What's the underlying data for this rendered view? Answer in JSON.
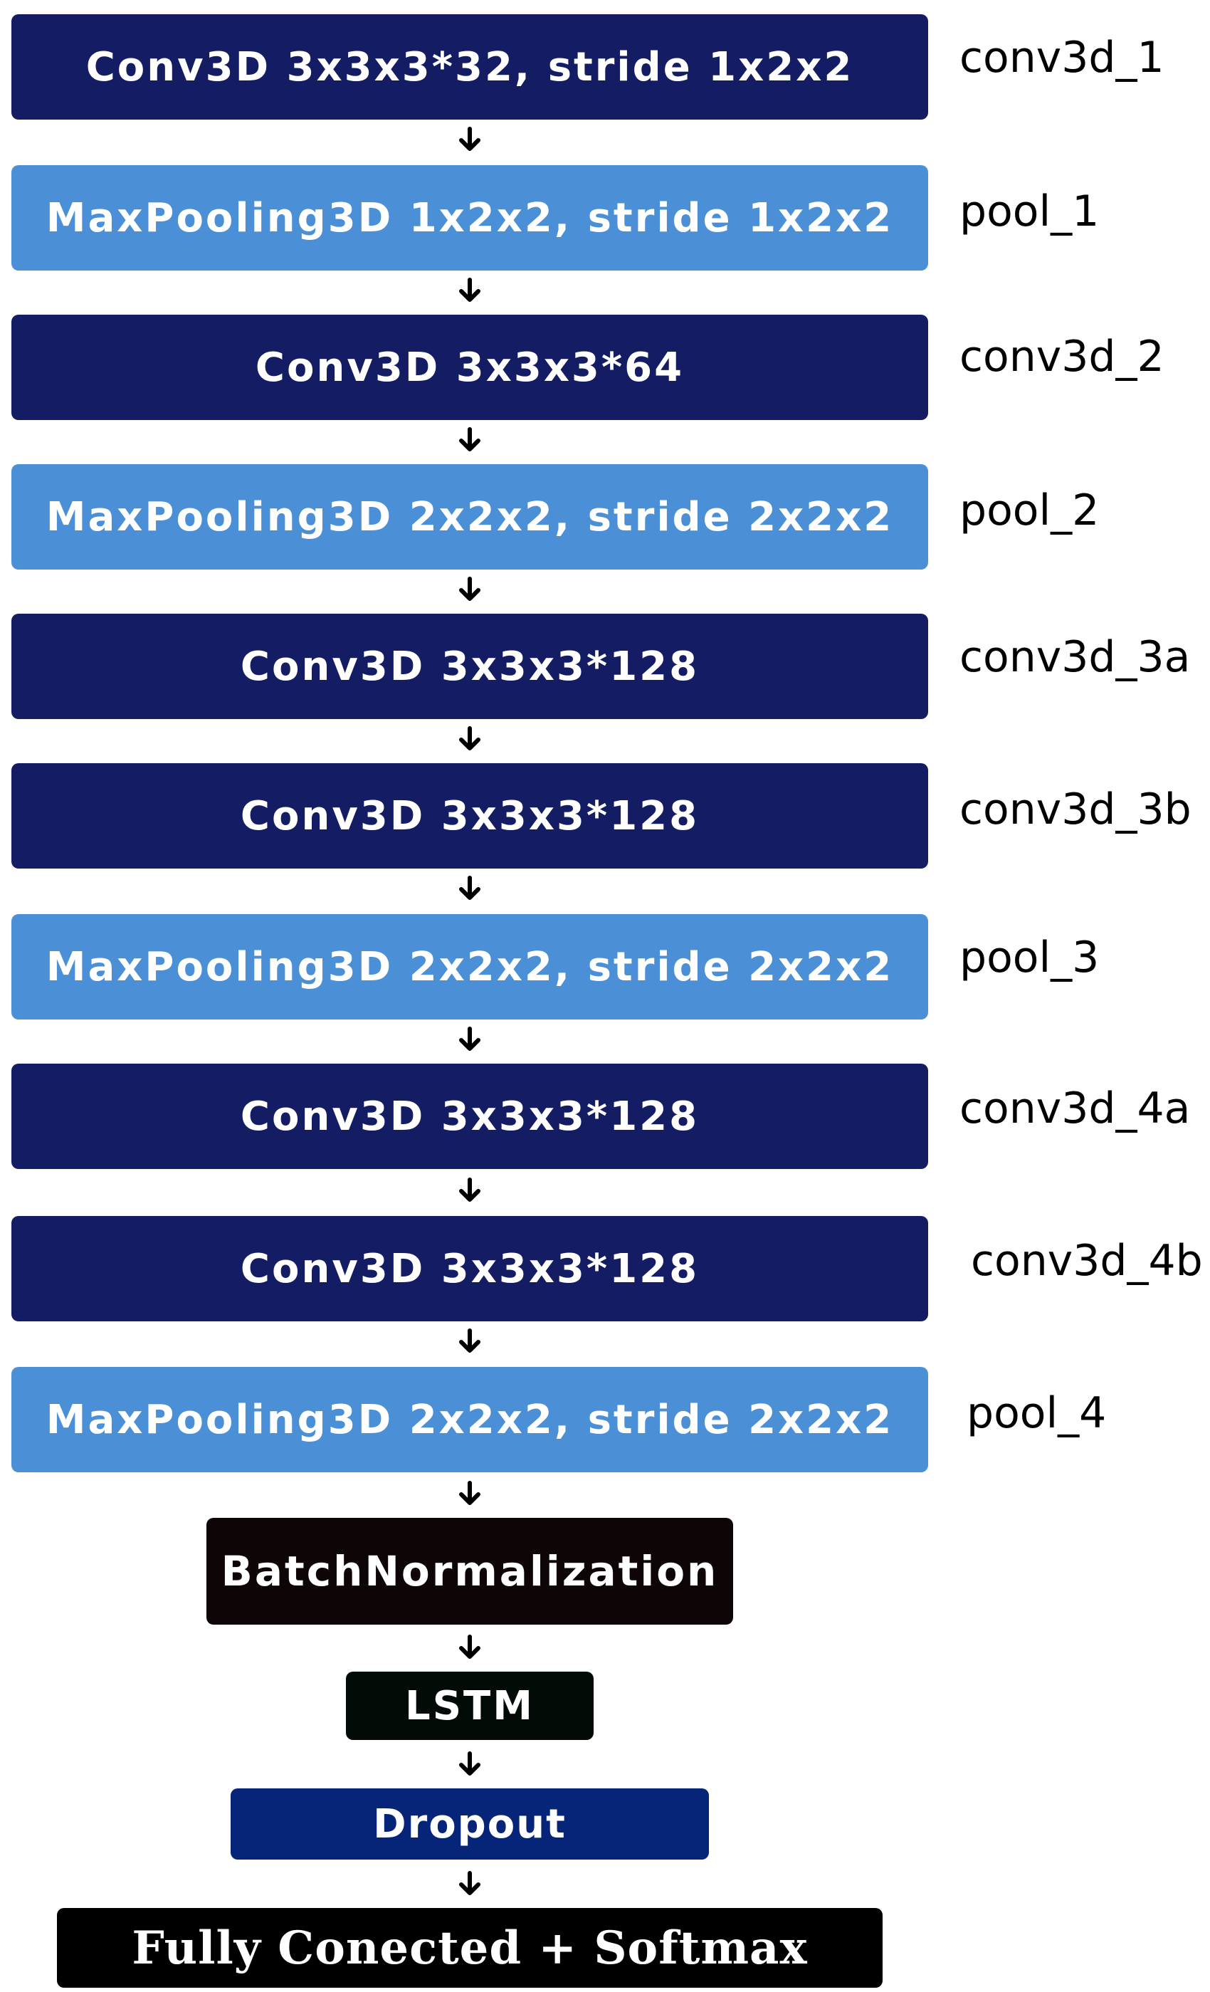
{
  "layers": [
    {
      "text": "Conv3D 3x3x3*32, stride 1x2x2",
      "label": "conv3d_1"
    },
    {
      "text": "MaxPooling3D 1x2x2, stride 1x2x2",
      "label": "pool_1"
    },
    {
      "text": "Conv3D 3x3x3*64",
      "label": "conv3d_2"
    },
    {
      "text": "MaxPooling3D 2x2x2, stride 2x2x2",
      "label": "pool_2"
    },
    {
      "text": "Conv3D 3x3x3*128",
      "label": "conv3d_3a"
    },
    {
      "text": "Conv3D 3x3x3*128",
      "label": "conv3d_3b"
    },
    {
      "text": "MaxPooling3D 2x2x2, stride 2x2x2",
      "label": "pool_3"
    },
    {
      "text": "Conv3D 3x3x3*128",
      "label": "conv3d_4a"
    },
    {
      "text": "Conv3D 3x3x3*128",
      "label": "conv3d_4b"
    },
    {
      "text": "MaxPooling3D 2x2x2, stride 2x2x2",
      "label": "pool_4"
    }
  ],
  "tail": {
    "batchnorm": "BatchNormalization",
    "lstm": "LSTM",
    "dropout": "Dropout",
    "fc": "Fully Conected + Softmax"
  },
  "colors": {
    "conv": "#141c64",
    "pool": "#4b90d6",
    "batchnorm": "#0e0606",
    "lstm": "#020b05",
    "dropout": "#062478",
    "fc": "#000000"
  }
}
